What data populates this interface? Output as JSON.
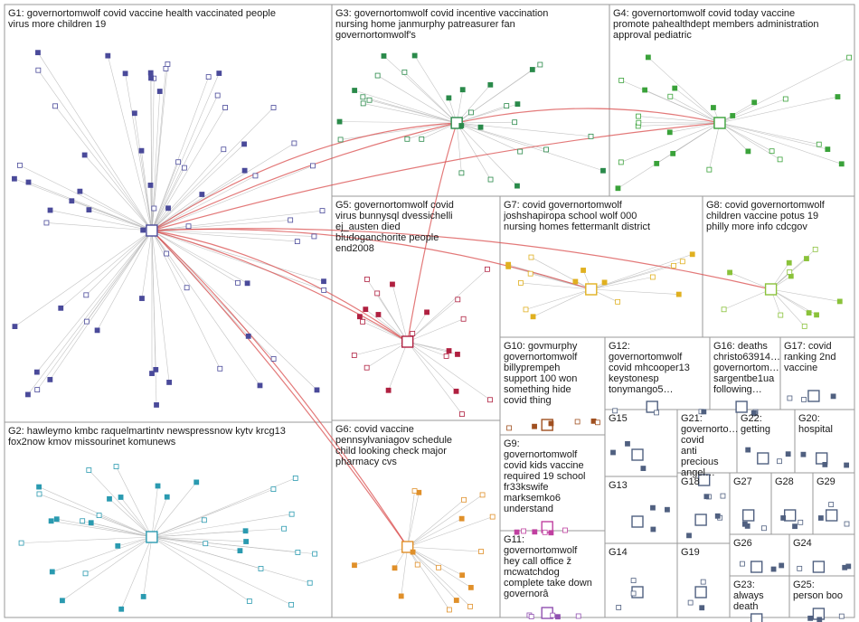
{
  "groups": [
    {
      "id": "G1",
      "label": "G1: governortomwolf covid vaccine health vaccinated people virus more children 19",
      "color": "#4a4a9a"
    },
    {
      "id": "G2",
      "label": "G2: hawleymo kmbc raquelmartintv newspressnow kytv krcg13 fox2now kmov missourinet komunews",
      "color": "#2a9ab0"
    },
    {
      "id": "G3",
      "label": "G3: governortomwolf covid incentive vaccination nursing home janmurphy patreasurer fan governortomwolf's",
      "color": "#2a8a4a"
    },
    {
      "id": "G4",
      "label": "G4: governortomwolf covid today vaccine promote pahealthdept members administration approval pediatric",
      "color": "#3aa23a"
    },
    {
      "id": "G5",
      "label": "G5: governortomwolf covid virus bunnysql dvessichelli ej_austen died bludoganchorite people end2008",
      "color": "#b02040"
    },
    {
      "id": "G6",
      "label": "G6: covid vaccine pennsylvaniagov schedule child looking check major pharmacy cvs",
      "color": "#e0902a"
    },
    {
      "id": "G7",
      "label": "G7: covid governortomwolf joshshapiropa school wolf 000 nursing homes fettermanlt district",
      "color": "#e0b020"
    },
    {
      "id": "G8",
      "label": "G8: covid governortomwolf children vaccine potus 19 philly more info cdcgov",
      "color": "#8ac23a"
    },
    {
      "id": "G9",
      "label": "G9: governortomwolf covid kids vaccine required 19 school fr33kswife marksemko6 understand",
      "color": "#c040a0"
    },
    {
      "id": "G10",
      "label": "G10: govmurphy governortomwolf billyprempeh support 100 won something hide covid thing",
      "color": "#a05020"
    },
    {
      "id": "G11",
      "label": "G11: governortomwolf hey call office ž mcwatchdog complete take down governorâ",
      "color": "#9050b0"
    },
    {
      "id": "G12",
      "label": "G12: governortomwolf covid mhcooper13 keystonesp tonymango5…",
      "color": "#506080"
    },
    {
      "id": "G13",
      "label": "G13",
      "color": "#506080"
    },
    {
      "id": "G14",
      "label": "G14",
      "color": "#506080"
    },
    {
      "id": "G15",
      "label": "G15",
      "color": "#506080"
    },
    {
      "id": "G16",
      "label": "G16: deaths christo63914… governortom… sargentbe1ua following…",
      "color": "#506080"
    },
    {
      "id": "G17",
      "label": "G17: covid ranking 2nd vaccine",
      "color": "#506080"
    },
    {
      "id": "G18",
      "label": "G18",
      "color": "#506080"
    },
    {
      "id": "G19",
      "label": "G19",
      "color": "#506080"
    },
    {
      "id": "G20",
      "label": "G20: hospital",
      "color": "#506080"
    },
    {
      "id": "G21",
      "label": "G21: governorto… covid anti precious angel…",
      "color": "#506080"
    },
    {
      "id": "G22",
      "label": "G22: getting",
      "color": "#506080"
    },
    {
      "id": "G23",
      "label": "G23: always death",
      "color": "#506080"
    },
    {
      "id": "G24",
      "label": "G24",
      "color": "#506080"
    },
    {
      "id": "G25",
      "label": "G25: person boo",
      "color": "#506080"
    },
    {
      "id": "G26",
      "label": "G26",
      "color": "#506080"
    },
    {
      "id": "G27",
      "label": "G27",
      "color": "#506080"
    },
    {
      "id": "G28",
      "label": "G28",
      "color": "#506080"
    },
    {
      "id": "G29",
      "label": "G29",
      "color": "#506080"
    }
  ]
}
